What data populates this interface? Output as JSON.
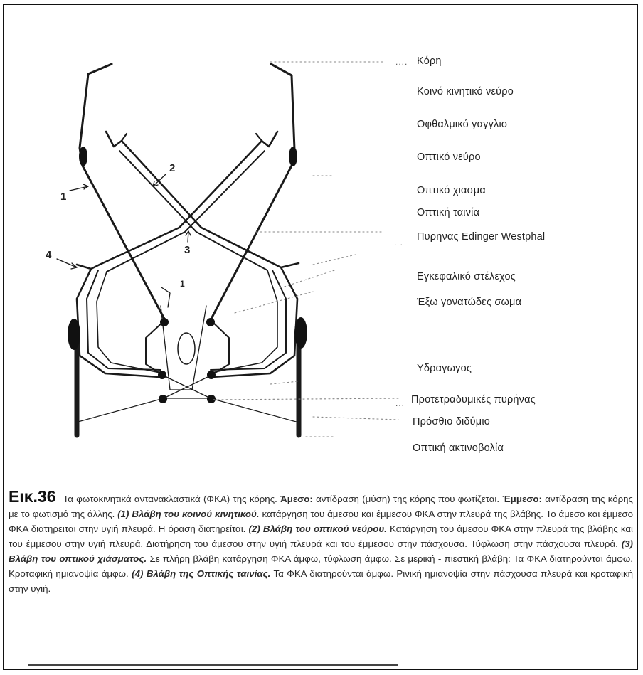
{
  "labels": {
    "koro": "Κόρη",
    "koino": "Κοινό κινητικό νεύρο",
    "ofthalmiko": "Οφθαλμικό γαγγλιο",
    "optiko_neuro": "Οπτικό νεύρο",
    "chiasma": "Οπτικό χιασμα",
    "tainia": "Οπτική ταινία",
    "edinger": "Πυρηνας Edinger Westphal",
    "stelexos": "Εγκεφαλικό στέλεχος",
    "gonatodes": "Έξω γονατώδες σωμα",
    "ydragogos": "Υδραγωγος",
    "protetra": "Προτετραδυμικές πυρήνας",
    "didymio": "Πρόσθιο διδύμιο",
    "aktinobolia": "Οπτική ακτινοβολία"
  },
  "numbers": {
    "n1a": "1",
    "n2": "2",
    "n3": "3",
    "n4": "4",
    "n1b": "1"
  },
  "caption": {
    "fig_label": "Εικ.36",
    "s1": "Τα φωτοκινητικά αντανακλαστικά (ΦΚΑ) της κόρης.",
    "b1": "Άμεσο:",
    "s2": "αντίδραση (μύση) της κόρης που φωτίζεται.",
    "b2": "Έμμεσο:",
    "s3": "αντίδραση της κόρης με το φωτισμό της άλλης.",
    "i1": "(1) Βλάβη του κοινού κινητικού.",
    "s4": "κατάργηση του άμεσου και έμμεσου ΦΚΑ στην πλευρά της βλάβης. Το άμεσο και έμμεσο ΦΚΑ διατηρειται στην υγιή πλευρά. Η όραση διατηρείται.",
    "i2": "(2) Βλάβη του οπτικού νεύρου.",
    "s5": "Κατάργηση του άμεσου ΦΚΑ στην πλευρά της βλάβης και του έμμεσου στην υγιή πλευρά. Διατήρηση του άμεσου στην υγιή πλευρά και του έμμεσου στην πάσχουσα. Τύφλωση στην πάσχουσα πλευρά.",
    "i3": "(3) Βλάβη του οπτικού χιάσματος.",
    "s6": "Σε πλήρη βλάβη κατάργηση ΦΚΑ άμφω, τύφλωση άμφω. Σε μερική - πιεστική βλάβη: Τα ΦΚΑ διατηρούνται άμφω. Κροταφική ημιανοψία άμφω.",
    "i4": "(4) Βλάβη της Οπτικής ταινίας.",
    "s7": "Τα ΦΚΑ διατηρούνται άμφω. Ρινική ημιανοψία στην πάσχουσα πλευρά και κροταφική στην υγιή."
  }
}
